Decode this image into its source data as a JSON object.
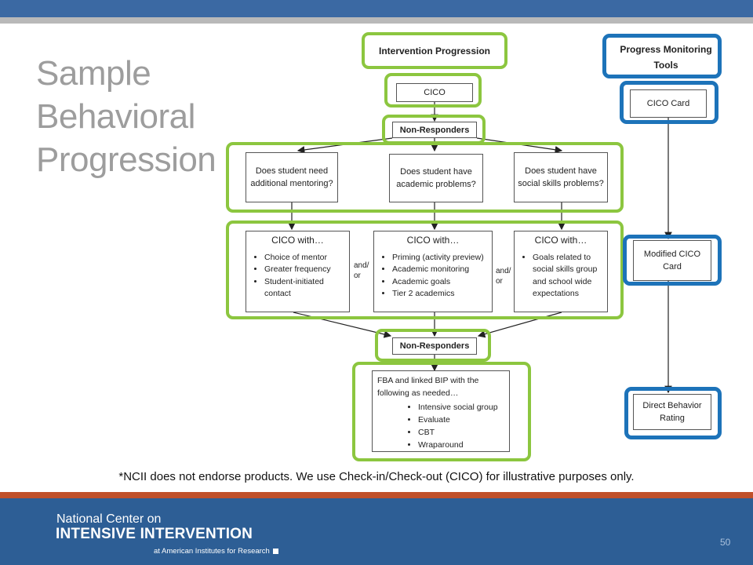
{
  "title": {
    "line1": "Sample",
    "line2": "Behavioral",
    "line3": "Progression"
  },
  "diagram": {
    "intervention_header": "Intervention Progression",
    "cico": "CICO",
    "non_responders_1": "Non-Responders",
    "q_mentoring": "Does student need additional mentoring?",
    "q_academic": "Does student have academic problems?",
    "q_social": "Does student have social skills problems?",
    "col1": {
      "head": "CICO with…",
      "items": [
        "Choice of mentor",
        "Greater frequency",
        "Student-initiated contact"
      ]
    },
    "col2": {
      "head": "CICO with…",
      "items": [
        "Priming (activity preview)",
        "Academic monitoring",
        "Academic goals",
        "Tier 2 academics"
      ]
    },
    "col3": {
      "head": "CICO with…",
      "items": [
        "Goals related to social skills group and school wide expectations"
      ]
    },
    "and_or": "and/ or",
    "non_responders_2": "Non-Responders",
    "fba": {
      "text": "FBA and linked BIP with the following as needed…",
      "items": [
        "Intensive social group",
        "Evaluate",
        "CBT",
        "Wraparound"
      ]
    },
    "progress_header": "Progress Monitoring Tools",
    "tool1": "CICO Card",
    "tool2": "Modified CICO Card",
    "tool3": "Direct Behavior Rating"
  },
  "disclaimer": "*NCII does not endorse products. We use Check-in/Check-out (CICO) for illustrative purposes only.",
  "footer": {
    "line1": "National Center on",
    "line2": "INTENSIVE INTERVENTION",
    "line3": "at American Institutes for Research"
  },
  "page_number": "50",
  "colors": {
    "green_frame": "#8cc63f",
    "blue_frame": "#1d73b9",
    "header_bar": "#3b69a3",
    "footer_bar": "#2d5e95",
    "accent_line": "#c0502a"
  }
}
